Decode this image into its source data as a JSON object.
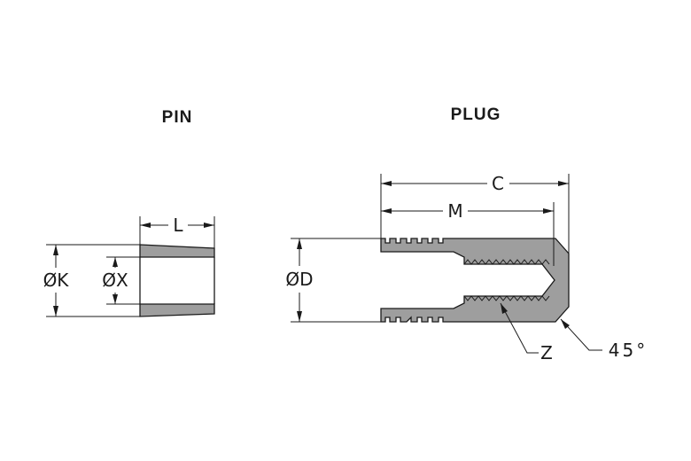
{
  "pin": {
    "title": "PIN",
    "dims": {
      "length": "L",
      "outer_diameter": "ØK",
      "inner_diameter": "ØX"
    }
  },
  "plug": {
    "title": "PLUG",
    "dims": {
      "overall_length": "C",
      "bore_depth": "M",
      "outer_diameter": "ØD",
      "thread": "Z",
      "chamfer": "45°"
    }
  }
}
